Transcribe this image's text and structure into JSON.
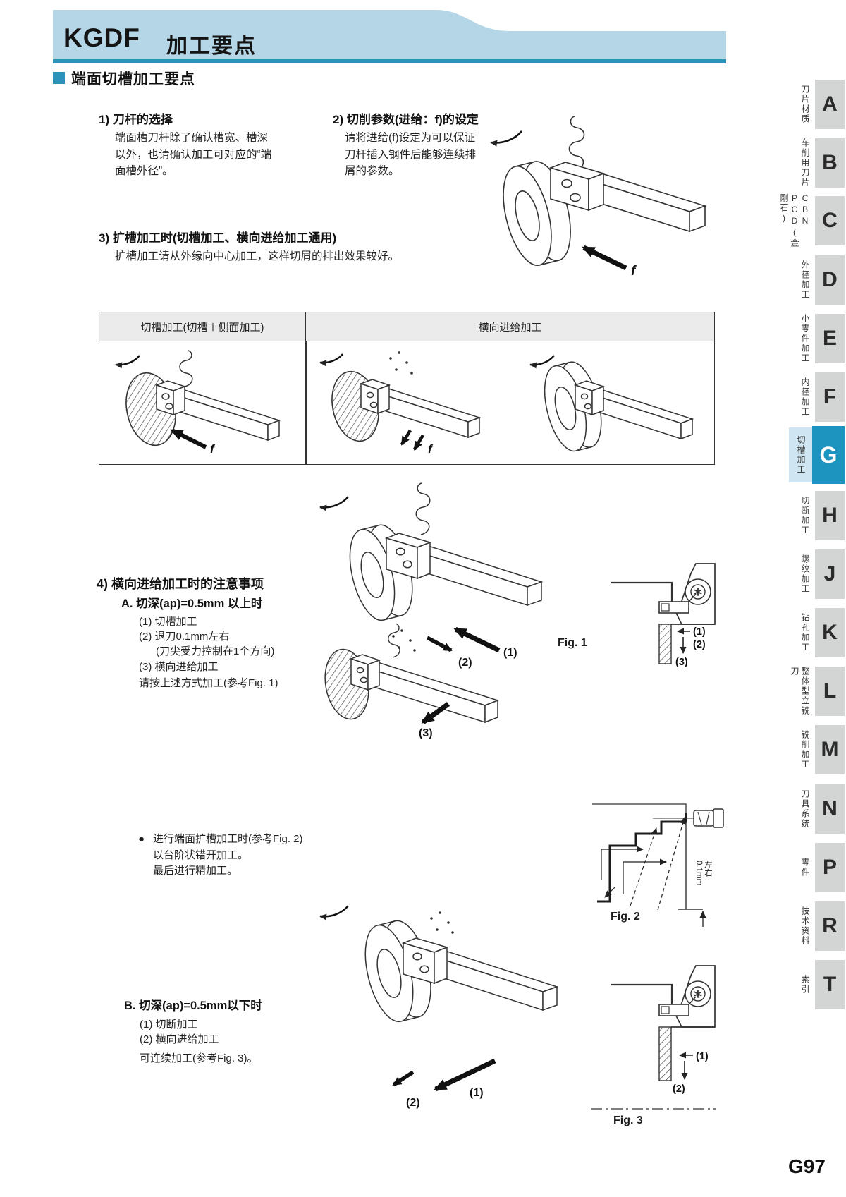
{
  "header": {
    "product": "KGDF",
    "title": "加工要点"
  },
  "section": {
    "title": "端面切槽加工要点"
  },
  "blocks": {
    "b1": {
      "title": "1) 刀杆的选择",
      "body": "端面槽刀杆除了确认槽宽、槽深\n以外，也请确认加工可对应的“端\n面槽外径”。"
    },
    "b2": {
      "title": "2) 切削参数(进给：f)的设定",
      "body": "请将进给(f)设定为可以保证\n刀杆插入钢件后能够连续排\n屑的参数。"
    },
    "b3": {
      "title": "3) 扩槽加工时(切槽加工、横向进给加工通用)",
      "body": "扩槽加工请从外缘向中心加工，这样切屑的排出效果较好。"
    },
    "b4": {
      "title": "4) 横向进给加工时的注意事项",
      "case_a_title": "A. 切深(ap)=0.5mm 以上时",
      "case_a_items": [
        "(1) 切槽加工",
        "(2) 退刀0.1mm左右",
        "(刀尖受力控制在1个方向)",
        "(3) 横向进给加工"
      ],
      "case_a_note": "请按上述方式加工(参考Fig. 1)",
      "bullet_glyph": "●",
      "bullet_note": "进行端面扩槽加工时(参考Fig. 2)\n以台阶状错开加工。\n最后进行精加工。",
      "case_b_title": "B. 切深(ap)=0.5mm以下时",
      "case_b_items": [
        "(1) 切断加工",
        "(2) 横向进给加工"
      ],
      "case_b_note": "可连续加工(参考Fig. 3)。"
    }
  },
  "table": {
    "header_left": "切槽加工(切槽＋侧面加工)",
    "header_right": "横向进给加工"
  },
  "labels": {
    "n1": "(1)",
    "n2": "(2)",
    "n3": "(3)",
    "feed": "f"
  },
  "figures": {
    "fig1_caption": "Fig. 1",
    "fig2_caption": "Fig. 2",
    "fig3_caption": "Fig. 3",
    "fig2_note": "0.1mm\n左右"
  },
  "sidebar": {
    "active_letter": "G",
    "tabs": [
      {
        "letter": "A",
        "label": "刀片材质"
      },
      {
        "letter": "B",
        "label": "车削用刀片"
      },
      {
        "letter": "C",
        "label": "CBN\nPCD(金刚石)"
      },
      {
        "letter": "D",
        "label": "外径加工"
      },
      {
        "letter": "E",
        "label": "小零件加工"
      },
      {
        "letter": "F",
        "label": "内径加工"
      },
      {
        "letter": "G",
        "label": "切槽加工"
      },
      {
        "letter": "H",
        "label": "切断加工"
      },
      {
        "letter": "J",
        "label": "螺纹加工"
      },
      {
        "letter": "K",
        "label": "钻孔加工"
      },
      {
        "letter": "L",
        "label": "整体型立铣刀"
      },
      {
        "letter": "M",
        "label": "铣削加工"
      },
      {
        "letter": "N",
        "label": "刀具系统"
      },
      {
        "letter": "P",
        "label": "零件"
      },
      {
        "letter": "R",
        "label": "技术资料"
      },
      {
        "letter": "T",
        "label": "索引"
      }
    ]
  },
  "footer": {
    "page_number": "G97"
  },
  "colors": {
    "band": "#b4d6e6",
    "accent": "#2b92ba",
    "active_tab": "#1d93bf",
    "tab_gray": "#d3d4d4"
  }
}
